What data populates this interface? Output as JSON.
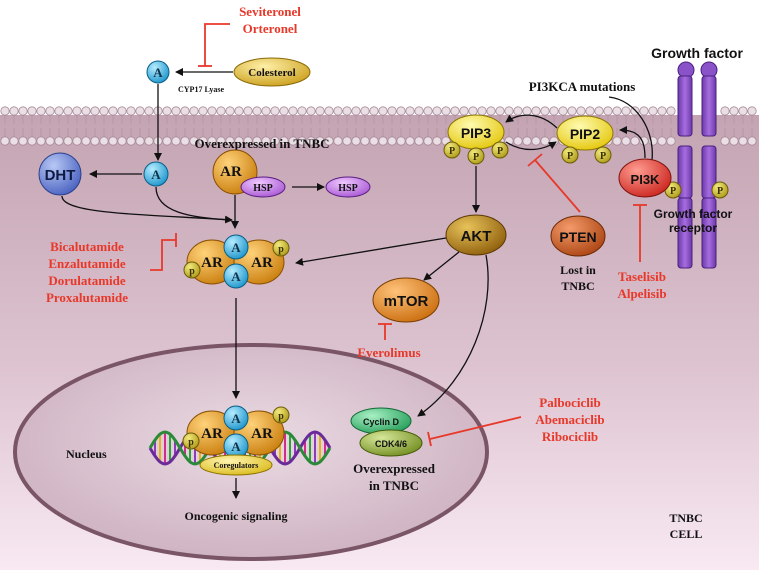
{
  "pathway": {
    "steroid": {
      "inhibitor_1": "Seviteronel",
      "inhibitor_2": "Orteronel",
      "precursor": "Colesterol",
      "androgen_symbol": "A",
      "enzyme": "CYP17 Lyase",
      "dht": "DHT"
    },
    "ar": {
      "overexpressed_note": "Overexpressed in TNBC",
      "ar_label": "AR",
      "hsp_label": "HSP",
      "phospho_label": "p",
      "antiandrogen_1": "Bicalutamide",
      "antiandrogen_2": "Enzalutamide",
      "antiandrogen_3": "Dorulatamide",
      "antiandrogen_4": "Proxalutamide",
      "coregulators": "Coregulators",
      "output": "Oncogenic signaling"
    },
    "nucleus": {
      "label": "Nucleus"
    },
    "pi3k": {
      "growth_factor": "Growth factor",
      "mutations_note": "PI3KCA mutations",
      "pip3": "PIP3",
      "pip2": "PIP2",
      "phosphate": "P",
      "pi3k": "PI3K",
      "receptor_line_1": "Growth factor",
      "receptor_line_2": "receptor",
      "pten": "PTEN",
      "pten_note_1": "Lost in",
      "pten_note_2": "TNBC",
      "pi3k_inhibitor_1": "Taselisib",
      "pi3k_inhibitor_2": "Alpelisib",
      "akt": "AKT",
      "mtor": "mTOR",
      "mtor_inhibitor": "Everolimus"
    },
    "cdk": {
      "cyclin": "Cyclin D",
      "cdk": "CDK4/6",
      "inhibitor_1": "Palbociclib",
      "inhibitor_2": "Abemaciclib",
      "inhibitor_3": "Ribociclib",
      "note_1": "Overexpressed",
      "note_2": "in TNBC"
    },
    "cell": {
      "line_1": "TNBC",
      "line_2": "CELL"
    }
  },
  "colors": {
    "inhibitor_red": "#e8382a",
    "cytoplasm_top": "#c6a7b4",
    "cytoplasm_bottom": "#f8e8f2",
    "nucleus_fill": "#dcc6d2",
    "nucleus_border": "#7a5566",
    "receptor_purple": "#8a52c8",
    "androgen_blue": "#3cb6e6",
    "ar_orange": "#e59a1c",
    "phospho_olive": "#c8b420",
    "pip_yellow": "#f2de1c",
    "pi3k_red": "#e53a35",
    "pten_brown": "#c4521e",
    "cyclin_green": "#3ab36a"
  }
}
